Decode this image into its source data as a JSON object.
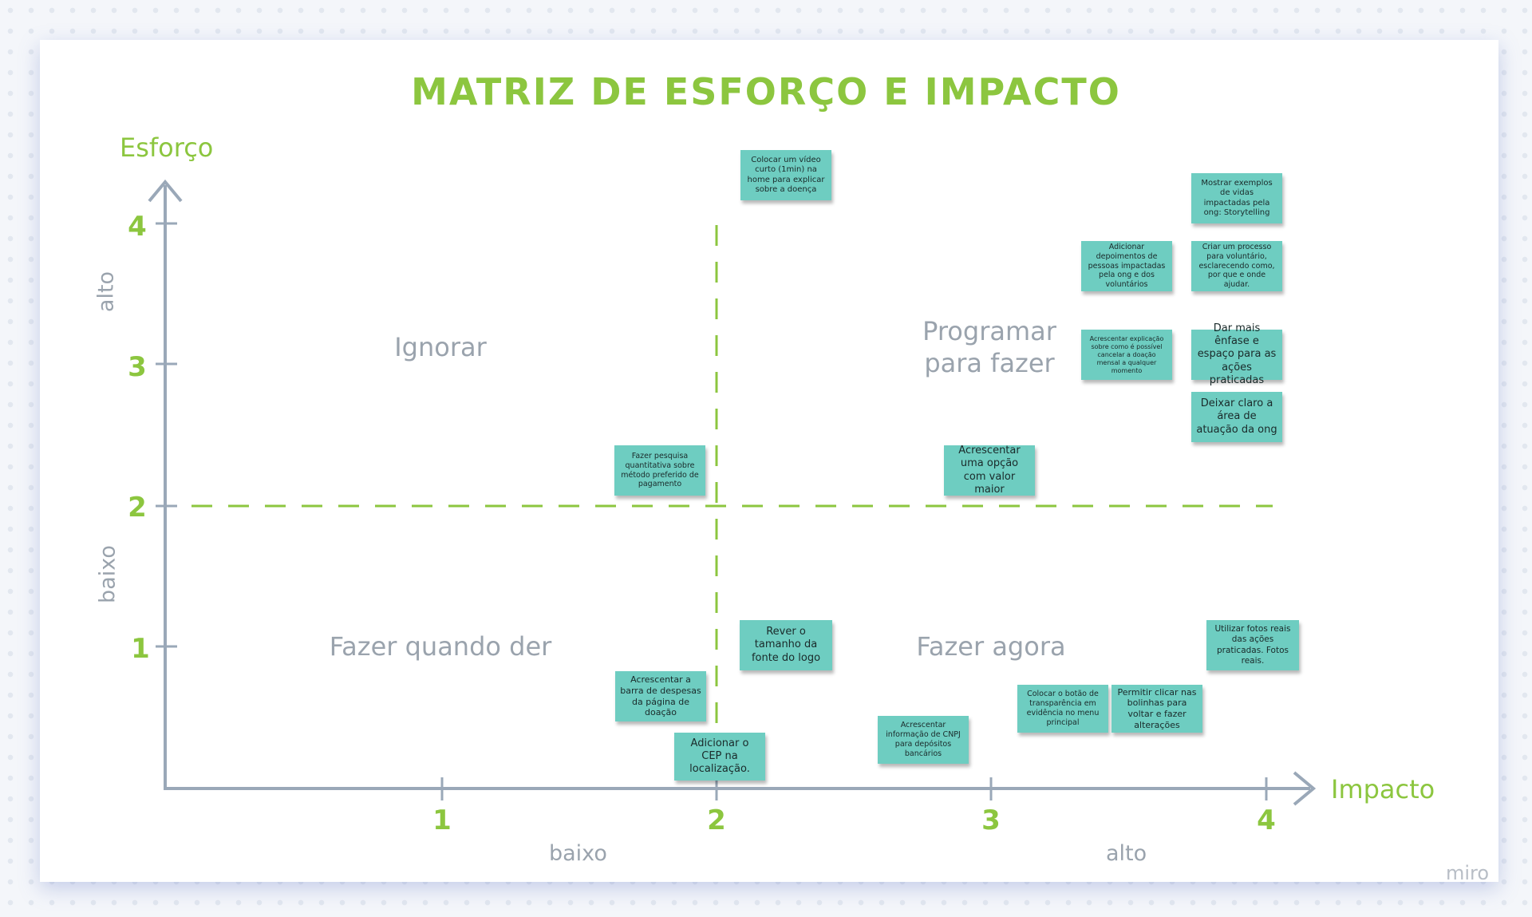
{
  "title": "MATRIZ DE ESFORÇO E IMPACTO",
  "axes": {
    "y_title": "Esforço",
    "x_title": "Impacto",
    "y_ticks": [
      "4",
      "3",
      "2",
      "1"
    ],
    "x_ticks": [
      "1",
      "2",
      "3",
      "4"
    ],
    "y_levels": {
      "high": "alto",
      "low": "baixo"
    },
    "x_levels": {
      "low": "baixo",
      "high": "alto"
    }
  },
  "quadrants": {
    "top_left": "Ignorar",
    "top_right": "Programar para fazer",
    "bottom_left": "Fazer quando der",
    "bottom_right": "Fazer agora"
  },
  "notes": [
    "Colocar um vídeo curto (1min) na home para explicar sobre a doença",
    "Mostrar exemplos de vidas impactadas pela ong: Storytelling",
    "Adicionar depoimentos de pessoas impactadas pela ong e dos voluntários",
    "Criar um processo para voluntário, esclarecendo como, por que e onde ajudar.",
    "Acrescentar explicação sobre como é possível cancelar a doação mensal a qualquer momento",
    "Dar mais ênfase e espaço para as ações praticadas",
    "Deixar claro a área de atuação da ong",
    "Fazer pesquisa quantitativa sobre método preferido de pagamento",
    "Acrescentar uma opção com valor maior",
    "Rever o tamanho da fonte do logo",
    "Utilizar fotos reais das ações praticadas. Fotos reais.",
    "Acrescentar a barra de despesas da página de doação",
    "Adicionar o CEP na localização.",
    "Acrescentar informação de CNPJ para depósitos bancários",
    "Colocar o botão de transparência em evidência no menu principal",
    "Permitir clicar nas bolinhas para voltar e fazer alterações"
  ],
  "watermark": "miro",
  "colors": {
    "accent": "#8cc63f",
    "axis": "#9aa8b8",
    "note": "#6ecdc1"
  }
}
